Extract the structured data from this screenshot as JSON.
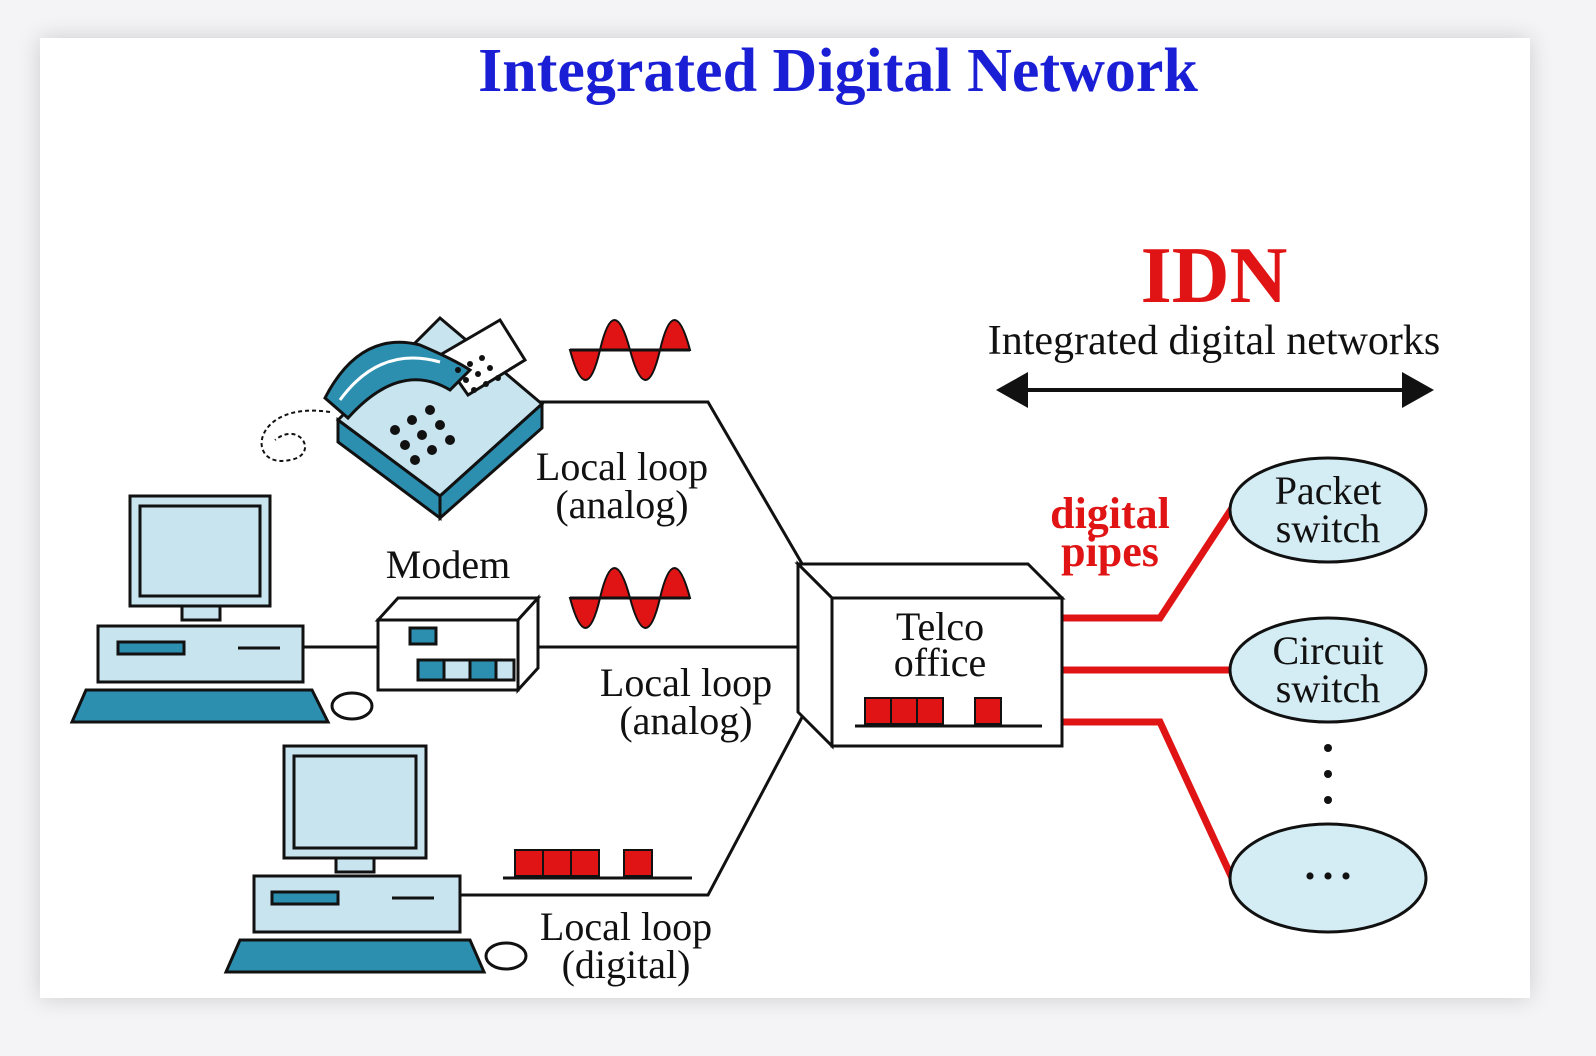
{
  "title": "Integrated Digital Network",
  "idn": {
    "acronym": "IDN",
    "subtitle": "Integrated digital networks"
  },
  "labels": {
    "loop_analog_phone": [
      "Local loop",
      "(analog)"
    ],
    "modem": "Modem",
    "loop_analog_modem": [
      "Local loop",
      "(analog)"
    ],
    "loop_digital": [
      "Local loop",
      "(digital)"
    ],
    "telco": [
      "Telco",
      "office"
    ],
    "digital_pipes": [
      "digital",
      "pipes"
    ],
    "packet_switch": [
      "Packet",
      "switch"
    ],
    "circuit_switch": [
      "Circuit",
      "switch"
    ],
    "other_switch": "• • •"
  },
  "colors": {
    "title": "#1a1fd6",
    "accent_red": "#e01414",
    "device_blue": "#c8e4ef",
    "device_teal": "#2d8fb0",
    "switch_fill": "#d4ecf4"
  }
}
